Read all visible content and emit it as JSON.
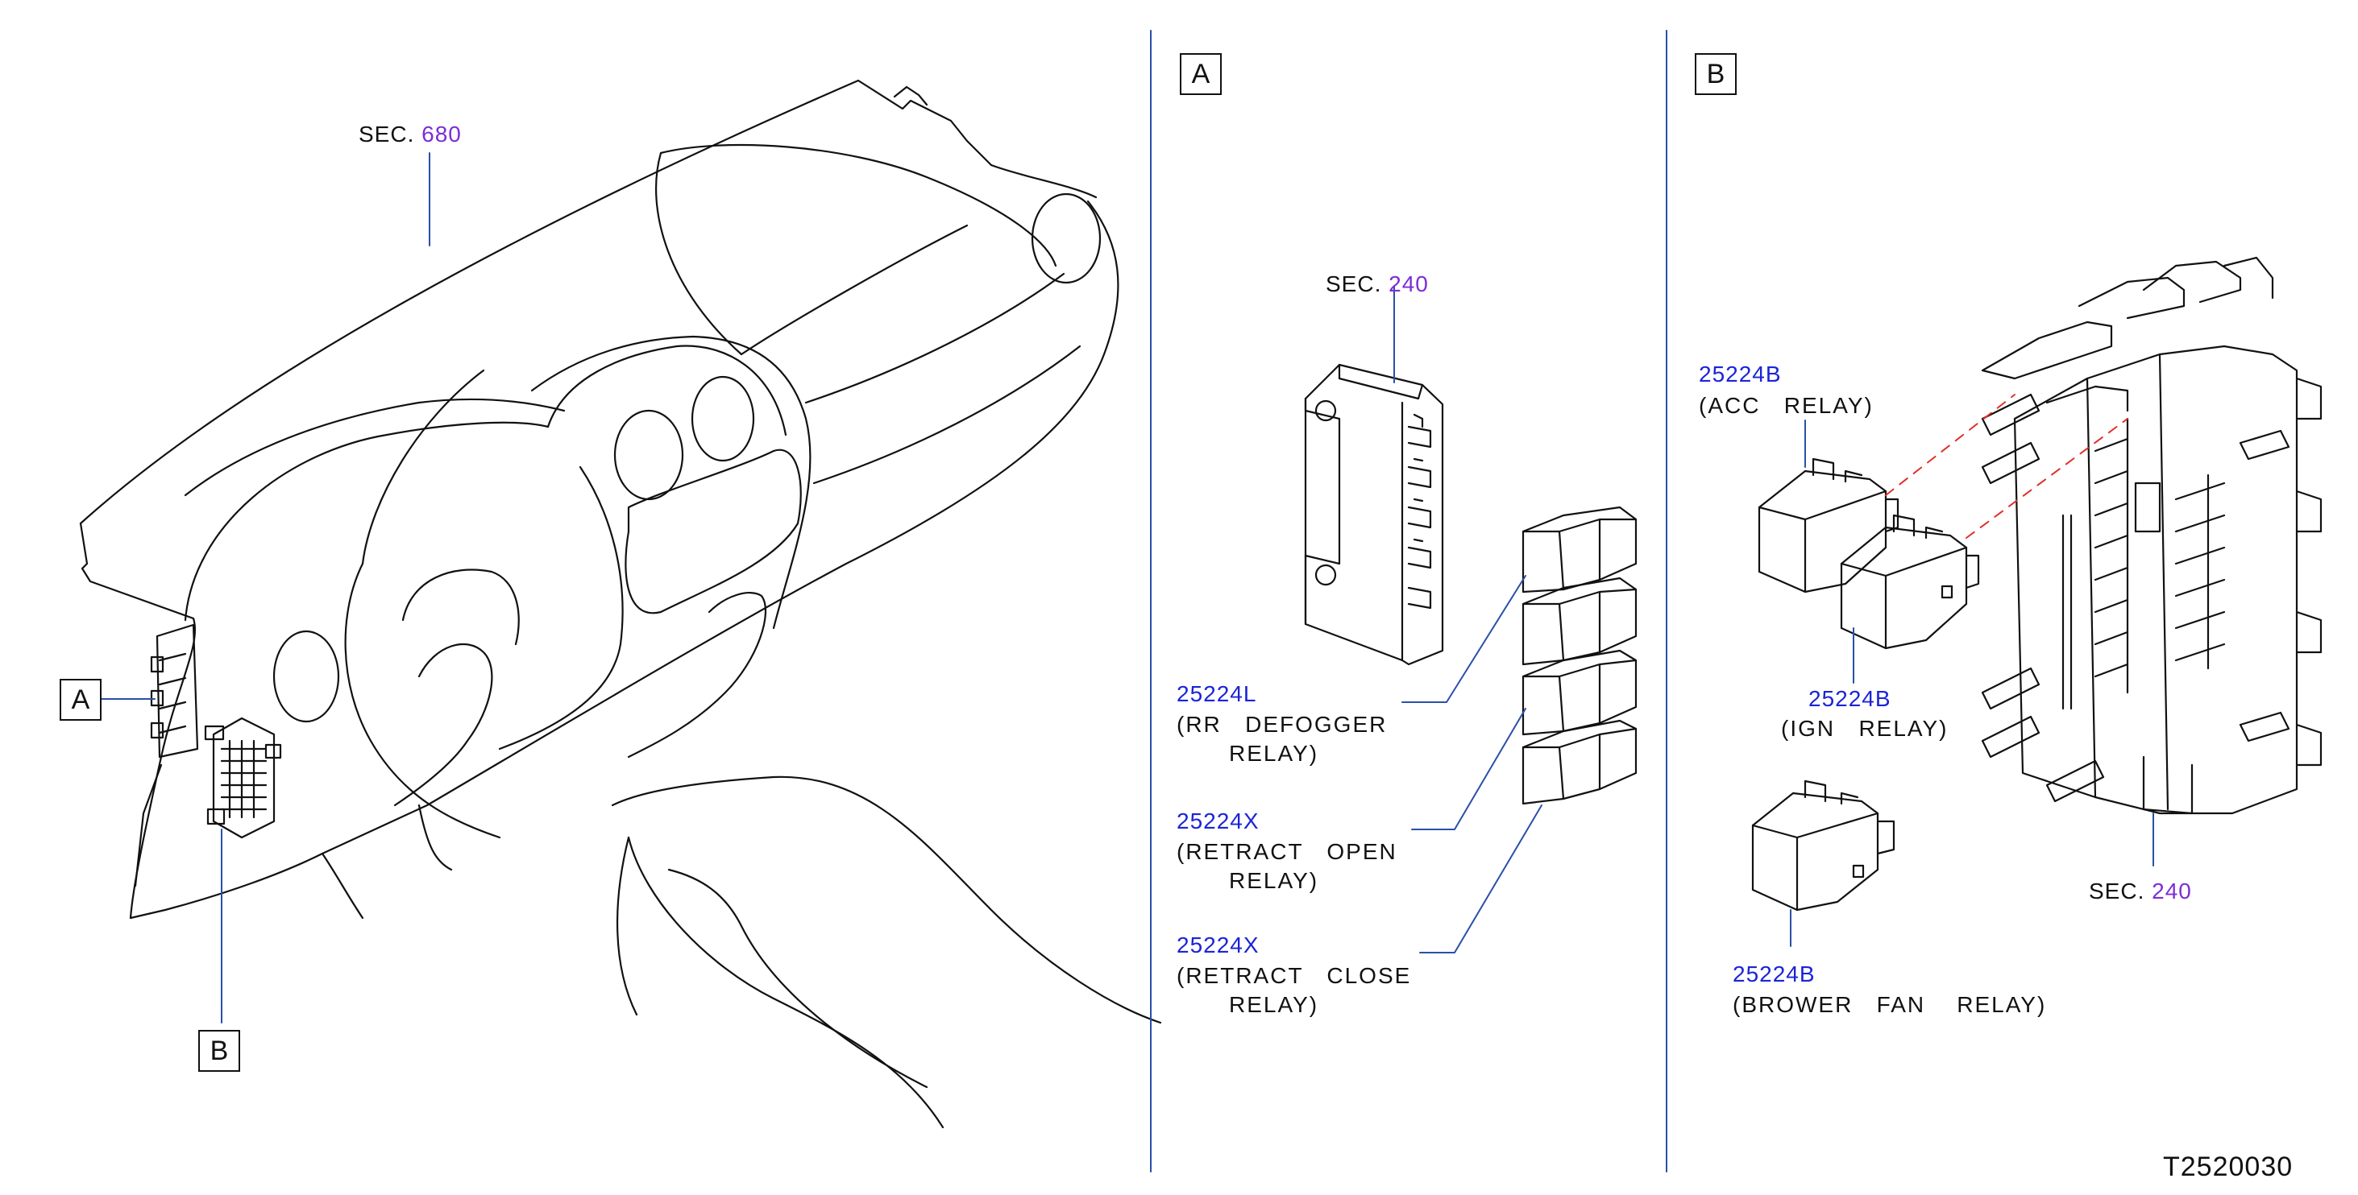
{
  "overview": {
    "sec_label": "SEC.",
    "sec_number": "680",
    "callout_a": "A",
    "callout_b": "B"
  },
  "panel_a": {
    "header": "A",
    "sec_label": "SEC.",
    "sec_number": "240",
    "parts": [
      {
        "number": "25224L",
        "line1": "(RR   DEFOGGER",
        "line2": "RELAY)"
      },
      {
        "number": "25224X",
        "line1": "(RETRACT   OPEN",
        "line2": "RELAY)"
      },
      {
        "number": "25224X",
        "line1": "(RETRACT   CLOSE",
        "line2": "RELAY)"
      }
    ]
  },
  "panel_b": {
    "header": "B",
    "sec_label": "SEC.",
    "sec_number": "240",
    "parts": [
      {
        "number": "25224B",
        "desc": "(ACC   RELAY)"
      },
      {
        "number": "25224B",
        "desc": "(IGN   RELAY)"
      },
      {
        "number": "25224B",
        "desc": "(BROWER   FAN    RELAY)"
      }
    ]
  },
  "figure_code": "T2520030",
  "colors": {
    "line": "#111111",
    "leader": "#2a4fa8",
    "part_number": "#1b24d8",
    "sec_number": "#7b2ed6",
    "divider": "#2a4fa8",
    "dashed": "#e0302a"
  }
}
